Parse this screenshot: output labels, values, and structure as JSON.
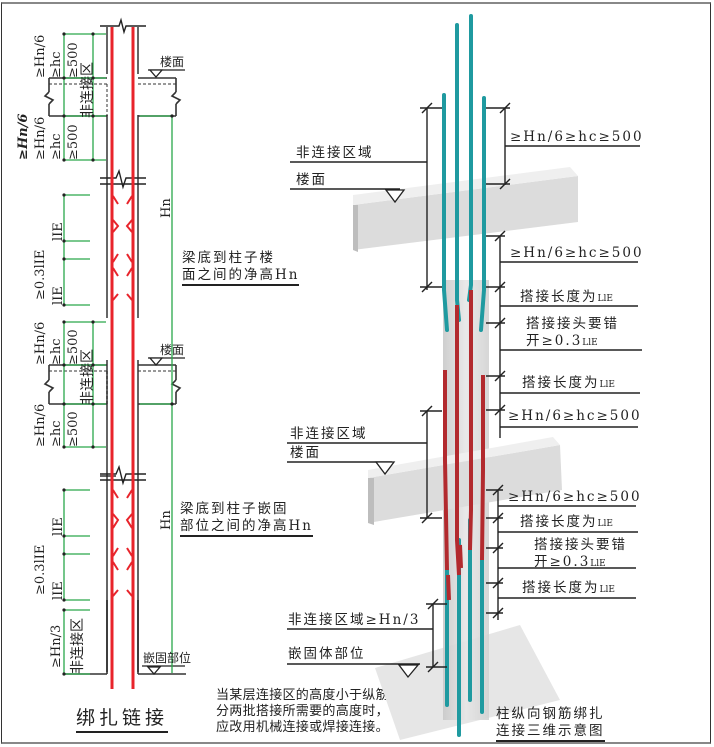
{
  "left_diagram": {
    "title": "绑扎链接",
    "floor_label_top": "楼面",
    "floor_label_mid": "楼面",
    "embed_label": "嵌固部位",
    "non_connect_zone": "非连接区",
    "dim_hn6": "≥Hn/6",
    "dim_hc": "≥hc",
    "dim_500": "≥500",
    "dim_italic_hn6": "≥Hn/6",
    "dim_hn3": "≥Hn/3",
    "lap_031le": "≥0.3lIE",
    "lap_lie": "lIE",
    "hn_label": "Hn",
    "callout_upper": [
      "梁底到柱子楼",
      "面之间的净高Hn"
    ],
    "callout_lower": [
      "梁底到柱子嵌固",
      "部位之间的净高Hn"
    ]
  },
  "note": [
    "当某层连接区的高度小于纵筋",
    "分两批搭接所需要的高度时，",
    "应改用机械连接或焊接连接。"
  ],
  "right_diagram": {
    "title": [
      "柱纵向钢筋绑扎",
      "连接三维示意图"
    ],
    "left_labels": {
      "non_connect_upper": "非连接区域",
      "floor_upper": "楼面",
      "non_connect_mid": "非连接区域",
      "floor_mid": "楼面",
      "non_connect_bottom": "非连接区域≥Hn/3",
      "embed": "嵌固体部位"
    },
    "right_labels": [
      {
        "text": "≥Hn/6≥hc≥500"
      },
      {
        "text": "≥Hn/6≥hc≥500"
      },
      {
        "text": "搭接长度为",
        "sub": "LlE"
      },
      {
        "text": "搭接接头要错",
        "text2": "开≥0.3",
        "sub": "LlE"
      },
      {
        "text": "搭接长度为",
        "sub": "LlE"
      },
      {
        "text": "≥Hn/6≥hc≥500"
      },
      {
        "text": "≥Hn/6≥hc≥500"
      },
      {
        "text": "搭接长度为",
        "sub": "LlE"
      },
      {
        "text": "搭接接头要错",
        "text2": "开≥0.3",
        "sub": "LlE"
      },
      {
        "text": "搭接长度为",
        "sub": "LlE"
      }
    ]
  },
  "colors": {
    "rebar_red": "#e8242b",
    "dim_green": "#2aa84a",
    "rebar_teal": "#1f9aa0",
    "lap_red": "#b22a2e",
    "concrete": "#d9d9d9"
  }
}
